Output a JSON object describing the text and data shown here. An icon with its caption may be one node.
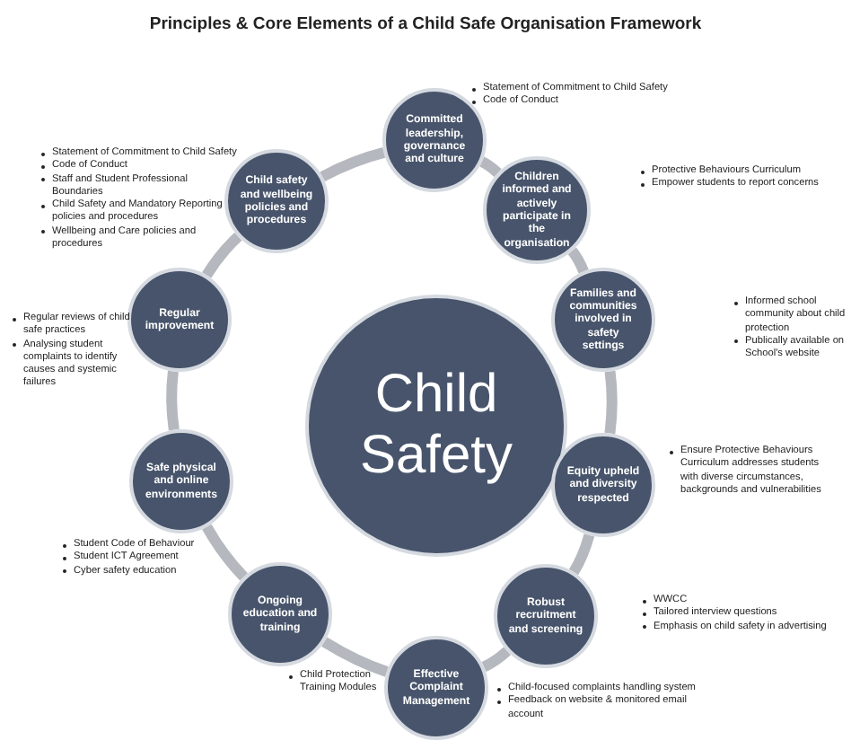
{
  "diagram": {
    "title": "Principles & Core Elements of a Child Safe Organisation Framework",
    "nodes": [
      {
        "text": [
          "Child Safety"
        ]
      },
      {
        "text": [
          "Committed leadership, governance and culture"
        ],
        "beside": [
          "Statement of Commitment to Child Safety",
          "Code of Conduct"
        ]
      },
      {
        "text": [
          "Children informed and actively participate in the organisation"
        ],
        "beside": [
          "Protective Behaviours Curriculum",
          "Empower students to report concerns"
        ]
      },
      {
        "text": [
          "Families and communities involved in safety settings"
        ],
        "beside": [
          "Informed school community about child protection",
          "Publically available on School's website"
        ]
      },
      {
        "text": [
          "Equity upheld and diversity respected"
        ],
        "beside": [
          "Ensure Protective Behaviours Curriculum addresses students with diverse circumstances, backgrounds and vulnerabilities"
        ]
      },
      {
        "text": [
          "Robust recruitment and screening"
        ],
        "beside": [
          "WWCC",
          "Tailored interview questions",
          "Emphasis on child safety in advertising"
        ]
      },
      {
        "text": [
          "Effective Complaint Management"
        ],
        "beside": [
          "Child-focused complaints handling system",
          "Feedback on website & monitored email account"
        ]
      },
      {
        "text": [
          "Ongoing education and training"
        ],
        "beside": [
          "Child Protection Training Modules"
        ]
      },
      {
        "text": [
          "Safe physical and online environments"
        ],
        "beside": [
          "Student Code of Behaviour",
          "Student ICT Agreement",
          "Cyber safety education"
        ]
      },
      {
        "text": [
          "Regular improvement"
        ],
        "beside": [
          "Regular reviews of child safe practices",
          "Analysing student complaints to identify causes and systemic failures"
        ]
      },
      {
        "text": [
          "Child safety and wellbeing policies and procedures"
        ],
        "beside": [
          "Statement of Commitment to Child Safety",
          "Code of Conduct",
          "Staff and Student Professional Boundaries",
          "Child Safety and Mandatory Reporting policies and procedures",
          "Wellbeing and Care policies and procedures"
        ]
      }
    ],
    "edges": [
      {
        "from": 1,
        "to": 2,
        "arrow": "none"
      },
      {
        "from": 2,
        "to": 3,
        "arrow": "none"
      },
      {
        "from": 3,
        "to": 4,
        "arrow": "none"
      },
      {
        "from": 4,
        "to": 5,
        "arrow": "none"
      },
      {
        "from": 5,
        "to": 6,
        "arrow": "none"
      },
      {
        "from": 6,
        "to": 7,
        "arrow": "none"
      },
      {
        "from": 7,
        "to": 8,
        "arrow": "none"
      },
      {
        "from": 8,
        "to": 9,
        "arrow": "none"
      },
      {
        "from": 9,
        "to": 10,
        "arrow": "none"
      },
      {
        "from": 10,
        "to": 1,
        "arrow": "none"
      }
    ]
  }
}
